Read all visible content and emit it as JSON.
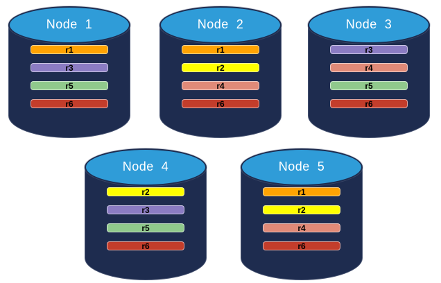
{
  "diagram": {
    "description": "Database nodes with replicated partitions"
  },
  "colors": {
    "cylinder_body": "#1E2C4F",
    "cylinder_top": "#2F9CD8",
    "node_label_text": "#FFFFFF",
    "replica_label_text": "#000000",
    "replicas": {
      "r1": "#FFA303",
      "r2": "#FFFF00",
      "r3": "#8B7CC3",
      "r4": "#E08A78",
      "r5": "#90C98C",
      "r6": "#C33D2B"
    }
  },
  "nodes": [
    {
      "label": "Node  1",
      "replicas": [
        "r1",
        "r3",
        "r5",
        "r6"
      ]
    },
    {
      "label": "Node  2",
      "replicas": [
        "r1",
        "r2",
        "r4",
        "r6"
      ]
    },
    {
      "label": "Node  3",
      "replicas": [
        "r3",
        "r4",
        "r5",
        "r6"
      ]
    },
    {
      "label": "Node  4",
      "replicas": [
        "r2",
        "r3",
        "r5",
        "r6"
      ]
    },
    {
      "label": "Node  5",
      "replicas": [
        "r1",
        "r2",
        "r4",
        "r6"
      ]
    }
  ]
}
